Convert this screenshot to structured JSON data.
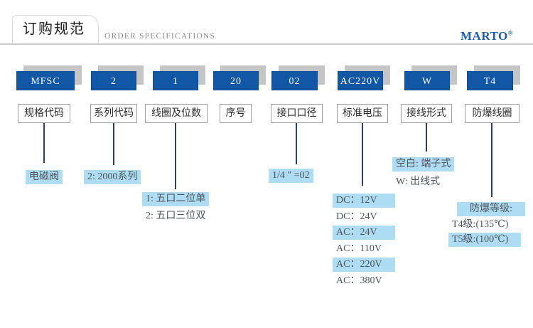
{
  "header": {
    "title_cn": "订购规范",
    "title_en": "ORDER SPECIFICATIONS",
    "brand": "MARTO",
    "brand_mark": "®"
  },
  "code_row": {
    "codes": [
      "MFSC",
      "2",
      "1",
      "20",
      "02",
      "AC220V",
      "W",
      "T4"
    ],
    "labels": [
      "规格代码",
      "系列代码",
      "线圈及位数",
      "序号",
      "接口口径",
      "标准电压",
      "接线形式",
      "防爆线圈"
    ]
  },
  "annotations": {
    "spec_code": [
      {
        "text": "电磁阀",
        "highlight": true
      }
    ],
    "series_code": [
      {
        "text": "2: 2000系列",
        "highlight": true
      }
    ],
    "coil_positions": [
      {
        "text": "1: 五口二位单",
        "highlight": true
      },
      {
        "text": "2: 五口三位双",
        "highlight": false
      }
    ],
    "port_size": [
      {
        "text": "1/4 ″ =02",
        "highlight": true
      }
    ],
    "voltage": [
      {
        "text": "DC：12V",
        "highlight": true
      },
      {
        "text": "DC：24V",
        "highlight": false
      },
      {
        "text": "AC：24V",
        "highlight": true
      },
      {
        "text": "AC：110V",
        "highlight": false
      },
      {
        "text": "AC：220V",
        "highlight": true
      },
      {
        "text": "AC：380V",
        "highlight": false
      }
    ],
    "wiring": [
      {
        "text": "空白: 端子式",
        "highlight": true
      },
      {
        "text": "W: 出线式",
        "highlight": false
      }
    ],
    "explosion_proof": [
      {
        "text": "防爆等级:",
        "highlight": true
      },
      {
        "text": "T4级:(135℃)",
        "highlight": false
      },
      {
        "text": "T5级:(100℃)",
        "highlight": true
      }
    ]
  },
  "colors": {
    "code_box_blue": "#1157a6",
    "shadow_gray": "#c5c5c5",
    "highlight_blue": "#aedcf2",
    "connector_navy": "#2a3f66",
    "brand_blue": "#1d5ca6"
  }
}
